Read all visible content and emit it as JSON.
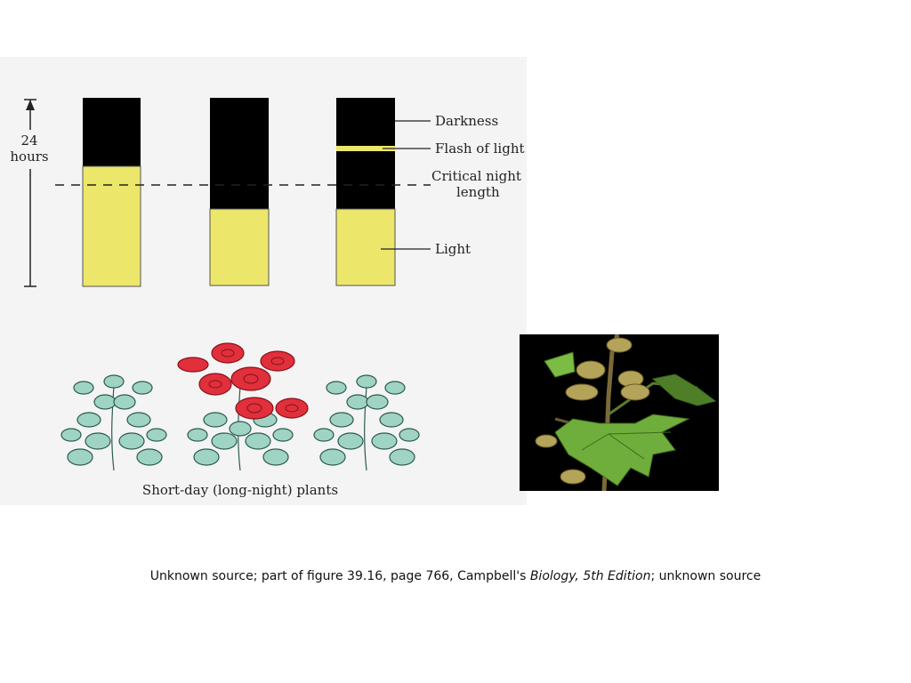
{
  "diagram": {
    "axis_label_number": "24",
    "axis_label_unit": "hours",
    "labels": {
      "darkness": "Darkness",
      "flash": "Flash of light",
      "critical_line1": "Critical night",
      "critical_line2": "length",
      "light": "Light"
    },
    "plants_caption": "Short-day (long-night) plants",
    "colors": {
      "light": "#ece76a",
      "dark": "#000000",
      "leaf": "#9fd4c4",
      "flower": "#e0303c"
    }
  },
  "caption": {
    "prefix": "Unknown source; part of figure 39.16, page 766, Campbell's ",
    "book_title": "Biology, 5th Edition",
    "suffix": "; unknown source"
  }
}
